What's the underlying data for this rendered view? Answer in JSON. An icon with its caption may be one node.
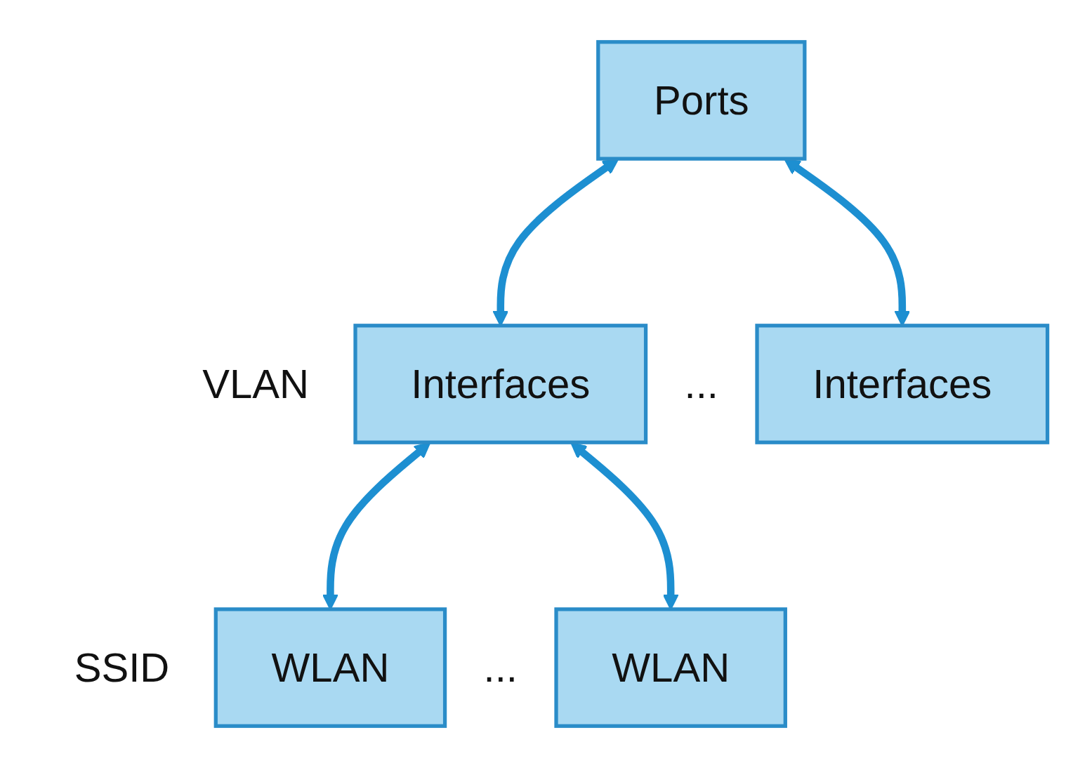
{
  "diagram": {
    "nodes": [
      {
        "text": [
          "Ports"
        ]
      },
      {
        "text": [
          "Interfaces"
        ],
        "beside": [
          "VLAN"
        ]
      },
      {
        "text": [
          "Interfaces"
        ]
      },
      {
        "text": [
          "WLAN"
        ],
        "beside": [
          "SSID"
        ]
      },
      {
        "text": [
          "WLAN"
        ]
      }
    ],
    "edges": [
      {
        "from": 0,
        "to": 1,
        "arrow": "both"
      },
      {
        "from": 0,
        "to": 2,
        "arrow": "both"
      },
      {
        "from": 1,
        "to": 3,
        "arrow": "both"
      },
      {
        "from": 1,
        "to": 4,
        "arrow": "both"
      }
    ],
    "labels": [
      "...",
      "..."
    ]
  }
}
